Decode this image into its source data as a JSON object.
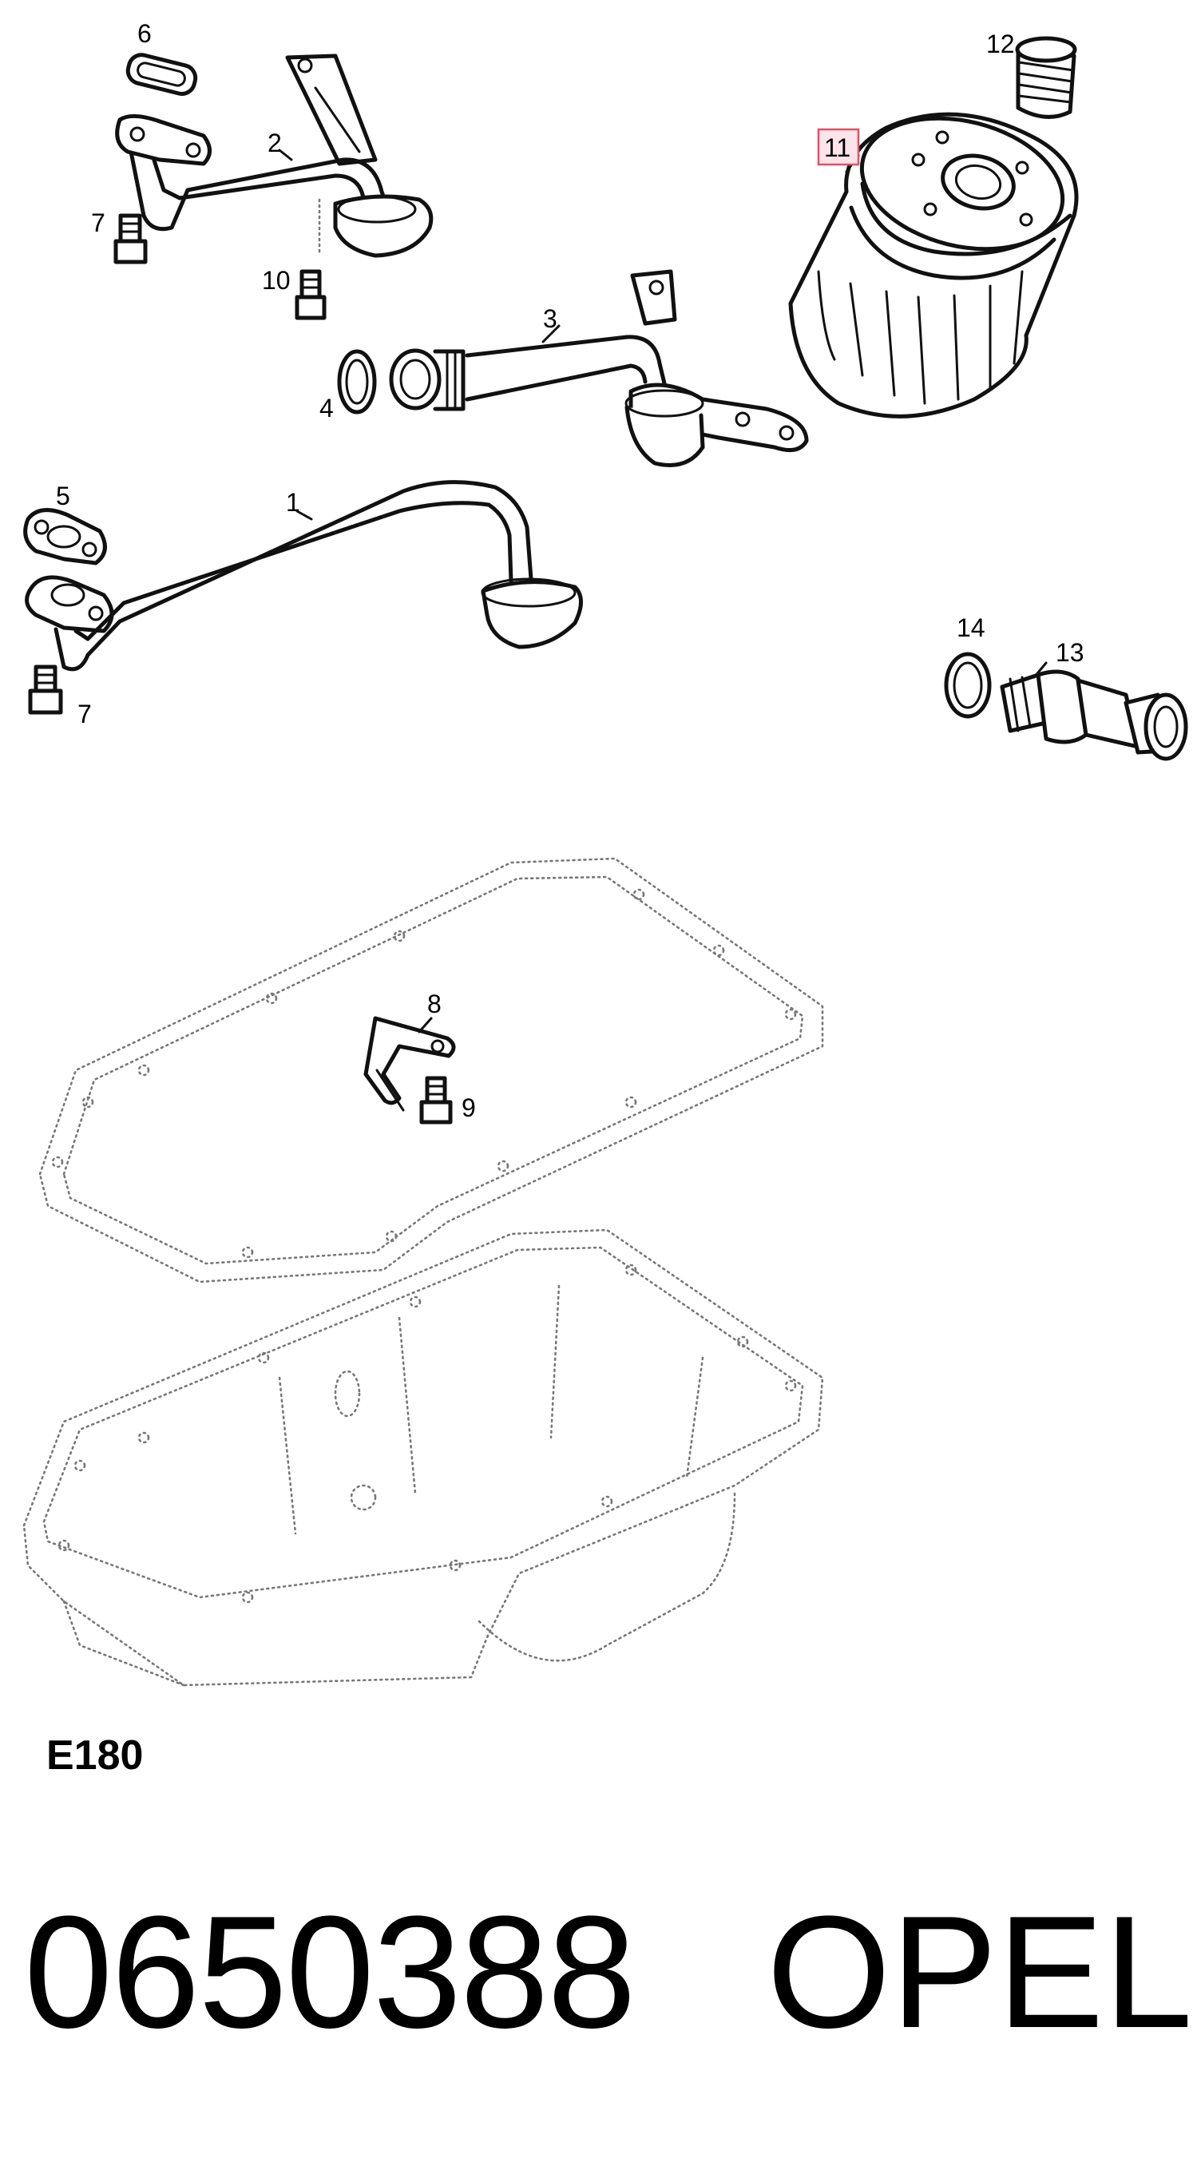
{
  "callouts": {
    "c1": "1",
    "c2": "2",
    "c3": "3",
    "c4": "4",
    "c5": "5",
    "c6": "6",
    "c7a": "7",
    "c7b": "7",
    "c8": "8",
    "c9": "9",
    "c10": "10",
    "c11": "11",
    "c12": "12",
    "c13": "13",
    "c14": "14"
  },
  "highlight": {
    "callout": "11",
    "border_color": "#e0506a",
    "fill_color": "#fde4e8"
  },
  "diagram_code": "E180",
  "part_number": "0650388",
  "brand": "OPEL"
}
